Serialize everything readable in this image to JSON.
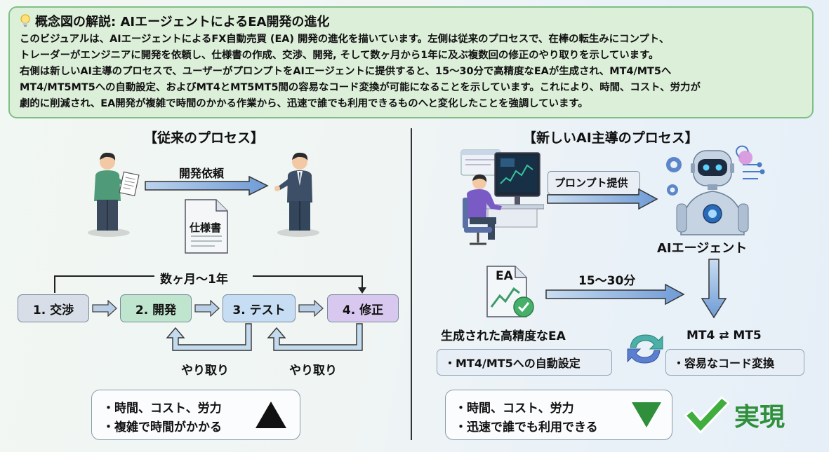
{
  "explanation": {
    "title": "概念図の解説: AIエージェントによるEA開発の進化",
    "lines": [
      "このビジュアルは、AIエージェントによるFX自動売買 (EA) 開発の進化を描いています。左側は従来のプロセスで、在棒の転生みにコンプト、",
      "トレーダーがエンジニアに開発を依頼し、仕様書の作成、交渉、開発, そして数ヶ月から1年に及ぶ複数回の修正のやり取りを示しています。",
      "右側は新しいAI主導のプロセスで、ユーザーがプロンプトをAIエージェントに提供すると、15〜30分で高精度なEAが生成され、MT4/MT5へ",
      "MT4/MT5MT5への自動設定、およびMT4とMT5MT5間の容易なコード変換が可能になることを示しています。これにより、時間、コスト、労力が",
      "劇的に削減され、EA開発が複雑で時間のかかる作業から、迅速で誰でも利用できるものへと変化したことを強調しています。"
    ]
  },
  "left": {
    "title": "【従来のプロセス】",
    "request_label": "開発依頼",
    "document_label": "仕様書",
    "duration_label": "数ヶ月〜1年",
    "steps": [
      "1. 交渉",
      "2. 開発",
      "3. テスト",
      "4. 修正"
    ],
    "exchange_label_1": "やり取り",
    "exchange_label_2": "やり取り",
    "summary": [
      "・時間、コスト、労力",
      "・複雑で時間がかかる"
    ]
  },
  "right": {
    "title": "【新しいAI主導のプロセス】",
    "prompt_label": "プロンプト提供",
    "agent_label": "AIエージェント",
    "time_label": "15〜30分",
    "ea_icon_text": "EA",
    "ea_label": "生成された高精度なEA",
    "auto_setting": "・MT4/MT5への自動設定",
    "mt_label": "MT4 ⇄ MT5",
    "conversion": "・容易なコード変換",
    "summary": [
      "・時間、コスト、労力",
      "・迅速で誰でも利用できる"
    ],
    "result_label": "実現"
  },
  "colors": {
    "explain_bg": "#dcefd9",
    "step1": "#d7dee8",
    "step2": "#bfe5cf",
    "step3": "#c6ddf3",
    "step4": "#d8c8ef",
    "check": "#3fae3f",
    "result_text": "#2f8f3a"
  }
}
